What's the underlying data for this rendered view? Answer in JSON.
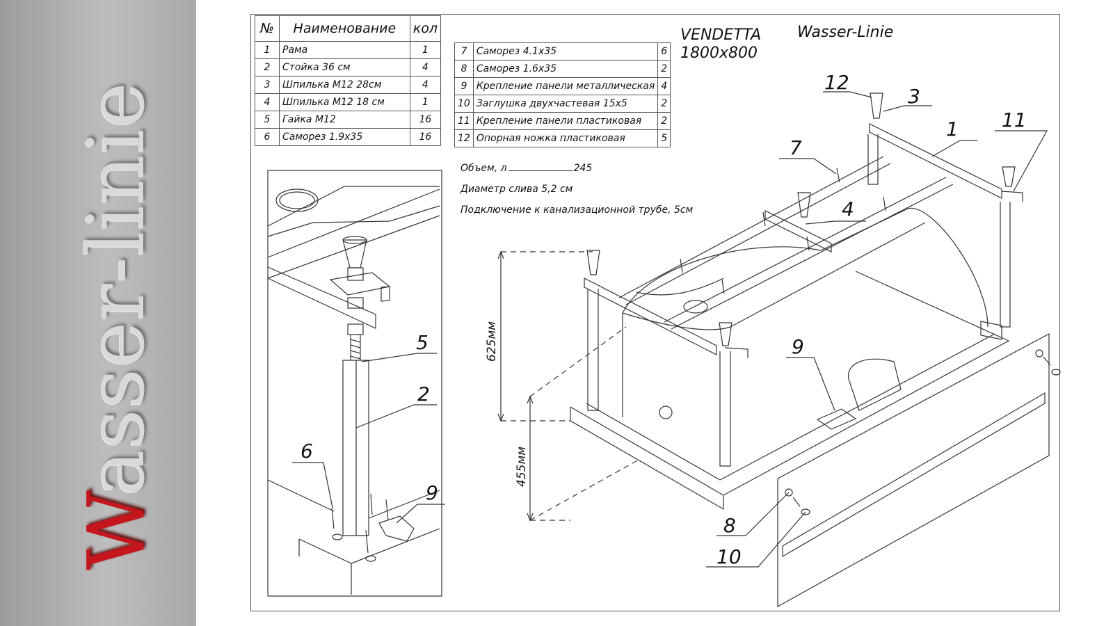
{
  "brand": {
    "sidebar_first_letter": "W",
    "sidebar_rest": "asser-linie",
    "accent": "#c4161c"
  },
  "title": {
    "model": "VENDETTA",
    "size": "1800x800",
    "brand": "Wasser-Linie"
  },
  "table_left": {
    "headers": {
      "num": "№",
      "name": "Наименование",
      "qty": "кол"
    },
    "rows": [
      {
        "num": "1",
        "name": "Рама",
        "qty": "1"
      },
      {
        "num": "2",
        "name": "Стойка  36 см",
        "qty": "4"
      },
      {
        "num": "3",
        "name": "Шпилька М12 28см",
        "qty": "4"
      },
      {
        "num": "4",
        "name": "Шпилька М12 18    см",
        "qty": "1"
      },
      {
        "num": "5",
        "name": "Гайка М12",
        "qty": "16"
      },
      {
        "num": "6",
        "name": "Саморез 1.9x35",
        "qty": "16"
      }
    ]
  },
  "table_right": {
    "rows": [
      {
        "num": "7",
        "name": "Саморез 4.1x35",
        "qty": "6"
      },
      {
        "num": "8",
        "name": "Саморез 1.6x35",
        "qty": "2"
      },
      {
        "num": "9",
        "name": "Крепление панели металлическая",
        "qty": "4"
      },
      {
        "num": "10",
        "name": "Заглушка двухчастевая 15x5",
        "qty": "2"
      },
      {
        "num": "11",
        "name": "Крепление панели пластиковая",
        "qty": "2"
      },
      {
        "num": "12",
        "name": "Опорная ножка пластиковая",
        "qty": "5"
      }
    ]
  },
  "specs": {
    "volume_label": "Объем, л",
    "volume_value": "245",
    "drain": "Диаметр слива  5,2 см",
    "connection": "Подключение к канализационной трубе, 5см"
  },
  "dimensions": {
    "height_frame": "625мм",
    "height_bath": "455мм"
  },
  "callouts": {
    "main": [
      "12",
      "3",
      "1",
      "11",
      "7",
      "4",
      "9",
      "8",
      "10"
    ],
    "detail": [
      "5",
      "2",
      "6",
      "9"
    ]
  }
}
